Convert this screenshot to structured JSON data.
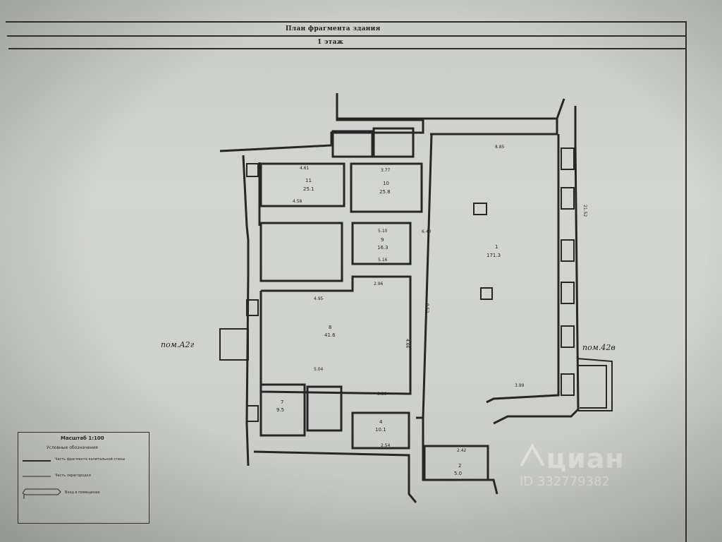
{
  "header": {
    "title": "План фрагмента здания",
    "floor": "1 этаж"
  },
  "labels": {
    "room_left": "пом.А2г",
    "room_right": "пом.42в"
  },
  "rooms": [
    {
      "number": "11",
      "area": "25.1"
    },
    {
      "number": "10",
      "area": "25.8"
    },
    {
      "number": "9",
      "area": "16.3"
    },
    {
      "number": "8",
      "area": "41.6"
    },
    {
      "number": "1",
      "area": "171.3"
    },
    {
      "number": "7",
      "area": "9.5"
    },
    {
      "number": "4",
      "area": "10.1"
    },
    {
      "number": "2",
      "area": "5.0"
    }
  ],
  "dimensions": [
    "4.61",
    "4.58",
    "3.77",
    "5.10",
    "5.16",
    "4.95",
    "2.96",
    "5.04",
    "3.30",
    "2.54",
    "2.42",
    "8.85",
    "21.52",
    "3.99",
    "6.40",
    "9.52",
    "4.66"
  ],
  "legend": {
    "scale": "Масштаб 1:100",
    "heading": "Условные обозначения",
    "items": [
      "Часть фрагмента капитальной стены",
      "Часть перегородки",
      "Вход в помещение"
    ]
  },
  "watermark": {
    "brand": "циан",
    "id": "ID 332779382"
  }
}
